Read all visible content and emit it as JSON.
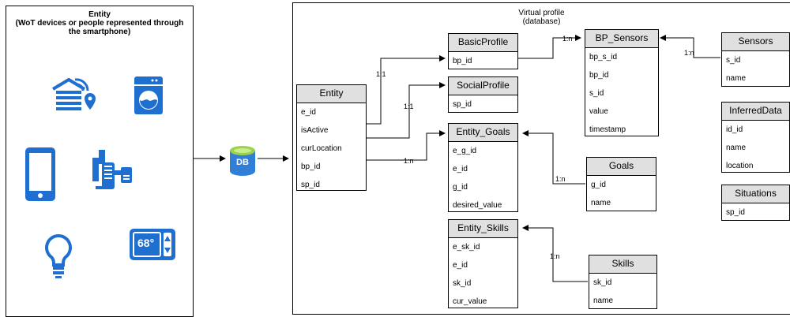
{
  "left_panel": {
    "title_line1": "Entity",
    "title_line2": "(WoT devices or people represented through",
    "title_line3": "the smartphone)",
    "icons": [
      "smart-garage-icon",
      "washing-machine-icon",
      "smartphone-icon",
      "water-pump-icon",
      "light-bulb-icon",
      "thermostat-icon"
    ],
    "thermostat_text": "68°"
  },
  "db": {
    "label": "DB",
    "icon": "database-icon"
  },
  "right_panel": {
    "title_line1": "Virtual profile",
    "title_line2": "(database)"
  },
  "tables": {
    "entity": {
      "name": "Entity",
      "fields": [
        "e_id",
        "isActive",
        "curLocation",
        "bp_id",
        "sp_id"
      ]
    },
    "basic_profile": {
      "name": "BasicProfile",
      "fields": [
        "bp_id"
      ]
    },
    "social_profile": {
      "name": "SocialProfile",
      "fields": [
        "sp_id"
      ]
    },
    "entity_goals": {
      "name": "Entity_Goals",
      "fields": [
        "e_g_id",
        "e_id",
        "g_id",
        "desired_value"
      ]
    },
    "entity_skills": {
      "name": "Entity_Skills",
      "fields": [
        "e_sk_id",
        "e_id",
        "sk_id",
        "cur_value"
      ]
    },
    "bp_sensors": {
      "name": "BP_Sensors",
      "fields": [
        "bp_s_id",
        "bp_id",
        "s_id",
        "value",
        "timestamp"
      ]
    },
    "sensors": {
      "name": "Sensors",
      "fields": [
        "s_id",
        "name"
      ]
    },
    "inferred_data": {
      "name": "InferredData",
      "fields": [
        "id_id",
        "name",
        "location"
      ]
    },
    "situations": {
      "name": "Situations",
      "fields": [
        "sp_id"
      ]
    },
    "goals": {
      "name": "Goals",
      "fields": [
        "g_id",
        "name"
      ]
    },
    "skills": {
      "name": "Skills",
      "fields": [
        "sk_id",
        "name"
      ]
    }
  },
  "relations": {
    "entity_basic": "1:1",
    "entity_social": "1:1",
    "entity_goals": "1:n",
    "basic_bp_sensors": "1:n",
    "sensors_bp_sensors": "1:n",
    "goals_entity_goals": "1:n",
    "skills_entity_skills": "1:n"
  },
  "colors": {
    "icon_blue": "#1f6fd0",
    "db_blue": "#2f7fd6",
    "db_top": "#9ad34a",
    "header_gray": "#e0e0e0"
  }
}
